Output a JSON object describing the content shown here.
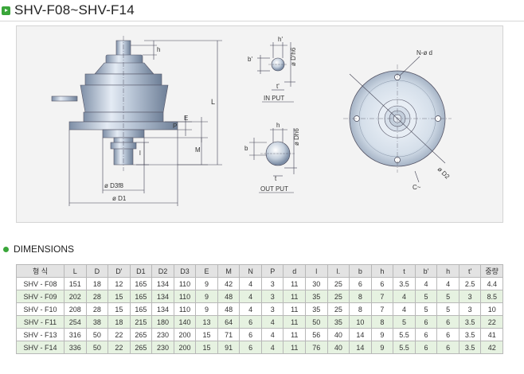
{
  "header": {
    "title": "SHV-F08~SHV-F14"
  },
  "drawing": {
    "labels": {
      "h": "h",
      "L": "L",
      "P": "P",
      "E": "E",
      "M": "M",
      "l": "l",
      "D3": "ø D3f8",
      "D1": "ø D1",
      "in_h": "h'",
      "in_b": "b'",
      "in_d": "ø D'h6",
      "in_t": "t'",
      "in_caption": "IN PUT",
      "out_h": "h",
      "out_b": "b",
      "out_d": "ø Dh6",
      "out_t": "t",
      "out_caption": "OUT PUT",
      "nd": "N-ø d",
      "d2": "ø D2",
      "c": "C~"
    }
  },
  "section": {
    "title": "DIMENSIONS"
  },
  "table": {
    "headers": [
      "형 식",
      "L",
      "D",
      "D'",
      "D1",
      "D2",
      "D3",
      "E",
      "M",
      "N",
      "P",
      "d",
      "l",
      "l.",
      "b",
      "h",
      "t",
      "b'",
      "h",
      "t'",
      "중량"
    ],
    "rows": [
      [
        "SHV - F08",
        "151",
        "18",
        "12",
        "165",
        "134",
        "110",
        "9",
        "42",
        "4",
        "3",
        "11",
        "30",
        "25",
        "6",
        "6",
        "3.5",
        "4",
        "4",
        "2.5",
        "4.4"
      ],
      [
        "SHV - F09",
        "202",
        "28",
        "15",
        "165",
        "134",
        "110",
        "9",
        "48",
        "4",
        "3",
        "11",
        "35",
        "25",
        "8",
        "7",
        "4",
        "5",
        "5",
        "3",
        "8.5"
      ],
      [
        "SHV - F10",
        "208",
        "28",
        "15",
        "165",
        "134",
        "110",
        "9",
        "48",
        "4",
        "3",
        "11",
        "35",
        "25",
        "8",
        "7",
        "4",
        "5",
        "5",
        "3",
        "10"
      ],
      [
        "SHV - F11",
        "254",
        "38",
        "18",
        "215",
        "180",
        "140",
        "13",
        "64",
        "6",
        "4",
        "11",
        "50",
        "35",
        "10",
        "8",
        "5",
        "6",
        "6",
        "3.5",
        "22"
      ],
      [
        "SHV - F13",
        "316",
        "50",
        "22",
        "265",
        "230",
        "200",
        "15",
        "71",
        "6",
        "4",
        "11",
        "56",
        "40",
        "14",
        "9",
        "5.5",
        "6",
        "6",
        "3.5",
        "41"
      ],
      [
        "SHV - F14",
        "336",
        "50",
        "22",
        "265",
        "230",
        "200",
        "15",
        "91",
        "6",
        "4",
        "11",
        "76",
        "40",
        "14",
        "9",
        "5.5",
        "6",
        "6",
        "3.5",
        "42"
      ]
    ]
  }
}
